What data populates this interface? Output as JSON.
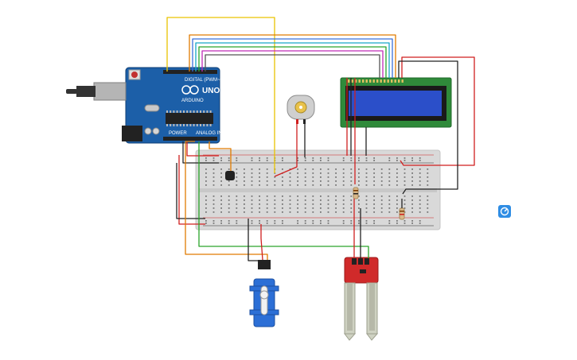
{
  "arduino": {
    "brand": "UNO",
    "maker": "ARDUINO",
    "header_digital": "DIGITAL (PWM~)",
    "header_power": "POWER",
    "header_analog": "ANALOG IN"
  },
  "breadboard": {
    "columns": 30
  },
  "components": {
    "sensor_label": "soil moisture",
    "motor_label": "DC motor",
    "servo_label": "servo"
  },
  "colors": {
    "yellow": "#e9c400",
    "orange": "#e07b00",
    "red": "#d01f1f",
    "black": "#222222",
    "green": "#2aa52a",
    "cyan": "#18a8c8",
    "blue": "#3b6fd8",
    "magenta": "#c02ab8",
    "board_blue": "#1c5fa8",
    "lcd_green": "#2f8a3a",
    "lcd_screen": "#2b4fc9"
  },
  "icons": {
    "side_button": "gear-icon"
  }
}
